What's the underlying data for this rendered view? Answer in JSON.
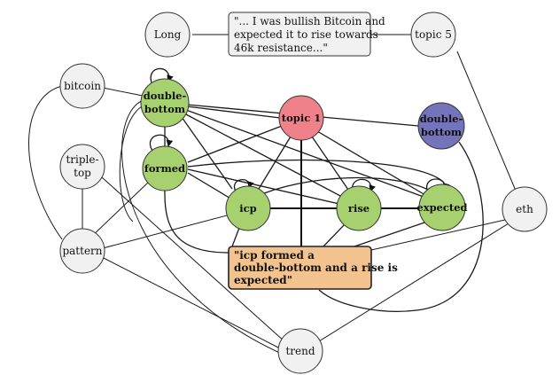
{
  "nodes": {
    "long": "Long",
    "topic5": "topic 5",
    "bitcoin": "bitcoin",
    "double_bottom_green": [
      "double-",
      "bottom"
    ],
    "topic1": "topic 1",
    "double_bottom_blue": [
      "double-",
      "bottom"
    ],
    "triple_top": [
      "triple-",
      "top"
    ],
    "formed": "formed",
    "icp": "icp",
    "rise": "rise",
    "expected": "expected",
    "eth": "eth",
    "pattern": "pattern",
    "trend": "trend"
  },
  "notes": {
    "top_quote": [
      "\"... I was bullish Bitcoin and",
      "expected it to rise towards",
      "46k resistance...\""
    ],
    "bottom_quote": [
      "\"icp formed a",
      "double-bottom and a rise is",
      "expected\""
    ]
  },
  "colors": {
    "green": "#a6d16e",
    "pink": "#ee8189",
    "purple": "#7474bd",
    "orange": "#f3c38f",
    "gray": "#f1f1f1"
  }
}
